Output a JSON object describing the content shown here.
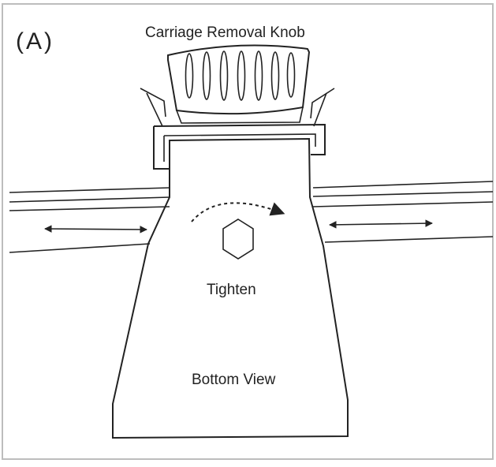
{
  "diagram": {
    "panel_label": "(A)",
    "knob_label": "Carriage Removal Knob",
    "tighten_label": "Tighten",
    "view_label": "Bottom View"
  },
  "colors": {
    "ink": "#222222",
    "frame": "#bdbdbd",
    "background": "#ffffff"
  }
}
